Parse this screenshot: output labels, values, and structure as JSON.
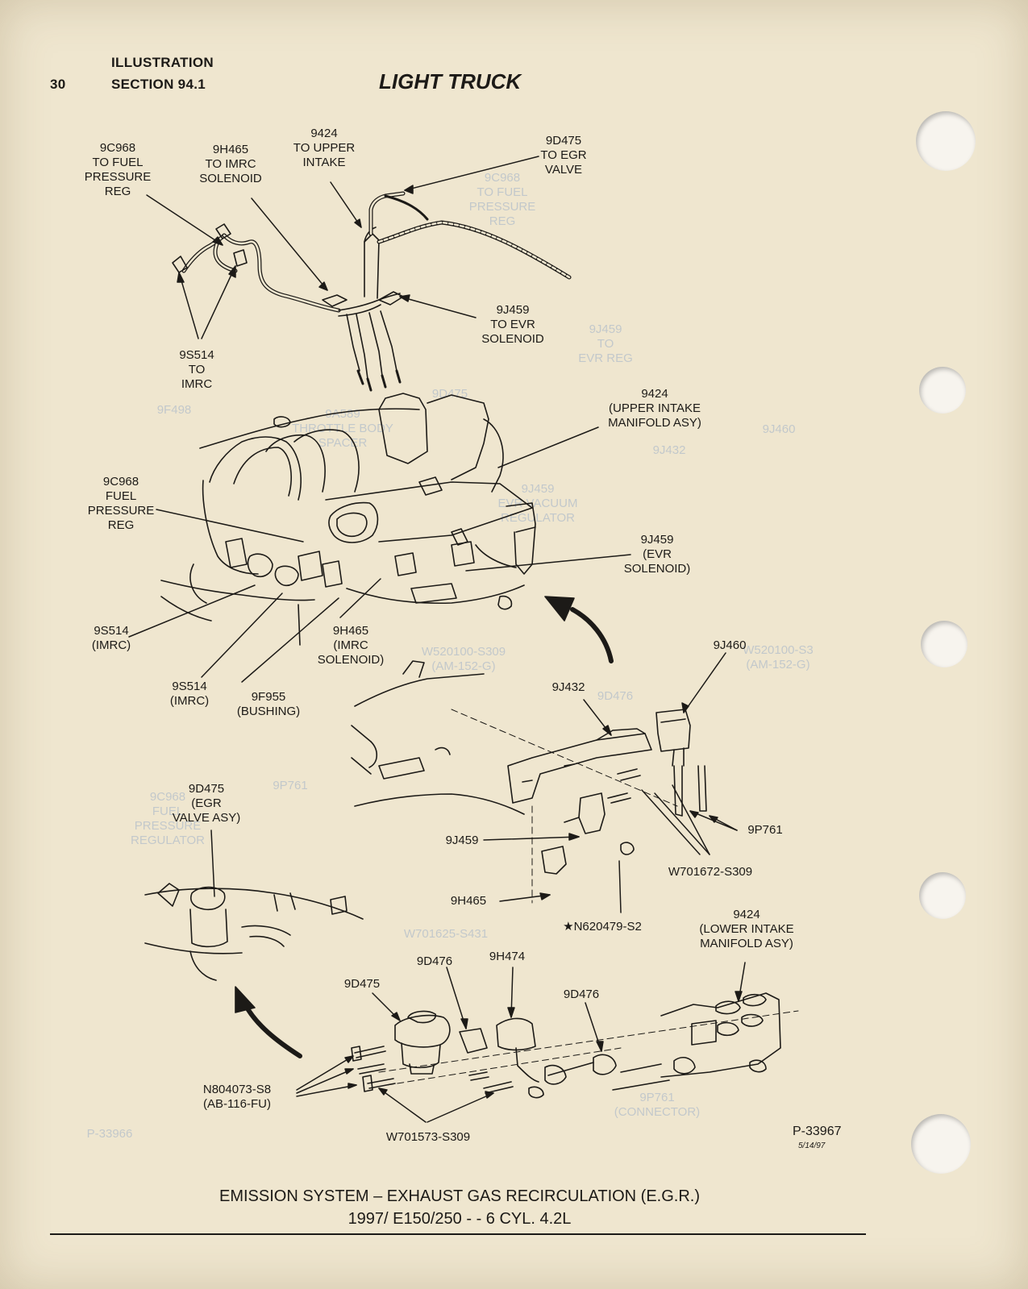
{
  "header": {
    "page_number": "30",
    "illustration": "ILLUSTRATION",
    "section": "SECTION 94.1",
    "title": "LIGHT TRUCK"
  },
  "labels": [
    {
      "id": "9c968-fuel-reg-hose",
      "text": "9C968\nTO FUEL\nPRESSURE\nREG"
    },
    {
      "id": "9h465-imrc-sol-hose",
      "text": "9H465\nTO IMRC\nSOLENOID"
    },
    {
      "id": "9424-upper-intake-hose",
      "text": "9424\nTO UPPER\nINTAKE"
    },
    {
      "id": "9d475-egr-valve-hose",
      "text": "9D475\nTO EGR\nVALVE"
    },
    {
      "id": "9j459-evr-sol-hose",
      "text": "9J459\nTO EVR\nSOLENOID"
    },
    {
      "id": "9s514-imrc-hose",
      "text": "9S514\nTO\nIMRC"
    },
    {
      "id": "9424-upper-manifold",
      "text": "9424\n(UPPER INTAKE\nMANIFOLD ASY)"
    },
    {
      "id": "9c968-fuel-reg",
      "text": "9C968\nFUEL\nPRESSURE\nREG"
    },
    {
      "id": "9j459-evr-sol",
      "text": "9J459\n(EVR\nSOLENOID)"
    },
    {
      "id": "9s514-imrc-a",
      "text": "9S514\n(IMRC)"
    },
    {
      "id": "9h465-imrc-sol",
      "text": "9H465\n(IMRC\nSOLENOID)"
    },
    {
      "id": "9s514-imrc-b",
      "text": "9S514\n(IMRC)"
    },
    {
      "id": "9f955-bushing",
      "text": "9F955\n(BUSHING)"
    },
    {
      "id": "9j460",
      "text": "9J460"
    },
    {
      "id": "9j432",
      "text": "9J432"
    },
    {
      "id": "9d475-egr-valve-asy",
      "text": "9D475\n(EGR\nVALVE ASY)"
    },
    {
      "id": "9p761",
      "text": "9P761"
    },
    {
      "id": "9j459-b",
      "text": "9J459"
    },
    {
      "id": "w701672",
      "text": "W701672-S309"
    },
    {
      "id": "9h465-b",
      "text": "9H465"
    },
    {
      "id": "n620479",
      "text": "★N620479-S2"
    },
    {
      "id": "9424-lower-manifold",
      "text": "9424\n(LOWER INTAKE\nMANIFOLD ASY)"
    },
    {
      "id": "9d476-a",
      "text": "9D476"
    },
    {
      "id": "9h474",
      "text": "9H474"
    },
    {
      "id": "9d475-c",
      "text": "9D475"
    },
    {
      "id": "9d476-b",
      "text": "9D476"
    },
    {
      "id": "n804073",
      "text": "N804073-S8\n(AB-116-FU)"
    },
    {
      "id": "w701573",
      "text": "W701573-S309"
    }
  ],
  "ghost_labels": [
    {
      "id": "ghost-9c968-top",
      "text": "9C968\nTO FUEL\nPRESSURE\nREG"
    },
    {
      "id": "ghost-9j459-top",
      "text": "9J459\nTO\nEVR REG"
    },
    {
      "id": "ghost-9f498",
      "text": "9F498"
    },
    {
      "id": "ghost-9d475",
      "text": "9D475"
    },
    {
      "id": "ghost-9a589",
      "text": "9A589\nTHROTTLE BODY\nSPACER"
    },
    {
      "id": "ghost-9j459-evr",
      "text": "9J459\nEVR VACUUM\nREGULATOR"
    },
    {
      "id": "ghost-9j432",
      "text": "9J432"
    },
    {
      "id": "ghost-9j460",
      "text": "9J460"
    },
    {
      "id": "ghost-w520100-a",
      "text": "W520100-S309\n(AM-152-G)"
    },
    {
      "id": "ghost-w520100-b",
      "text": "W520100-S3\n(AM-152-G)"
    },
    {
      "id": "ghost-9d476",
      "text": "9D476"
    },
    {
      "id": "ghost-9p761",
      "text": "9P761"
    },
    {
      "id": "ghost-9c968-reg",
      "text": "9C968\nFUEL\nPRESSURE\nREGULATOR"
    },
    {
      "id": "ghost-w701625",
      "text": "W701625-S431"
    },
    {
      "id": "ghost-connector",
      "text": "9P761\n(CONNECTOR)"
    },
    {
      "id": "ghost-p33966",
      "text": "P-33966"
    }
  ],
  "footer": {
    "part_number": "P-33967",
    "date": "5/14/97",
    "caption_line1": "EMISSION SYSTEM – EXHAUST GAS RECIRCULATION (E.G.R.)",
    "caption_line2": "1997/ E150/250 - - 6 CYL. 4.2L"
  },
  "colors": {
    "paper": "#efe6cf",
    "ink": "#1c1a17",
    "bleed_through": "#9fb0c8"
  }
}
